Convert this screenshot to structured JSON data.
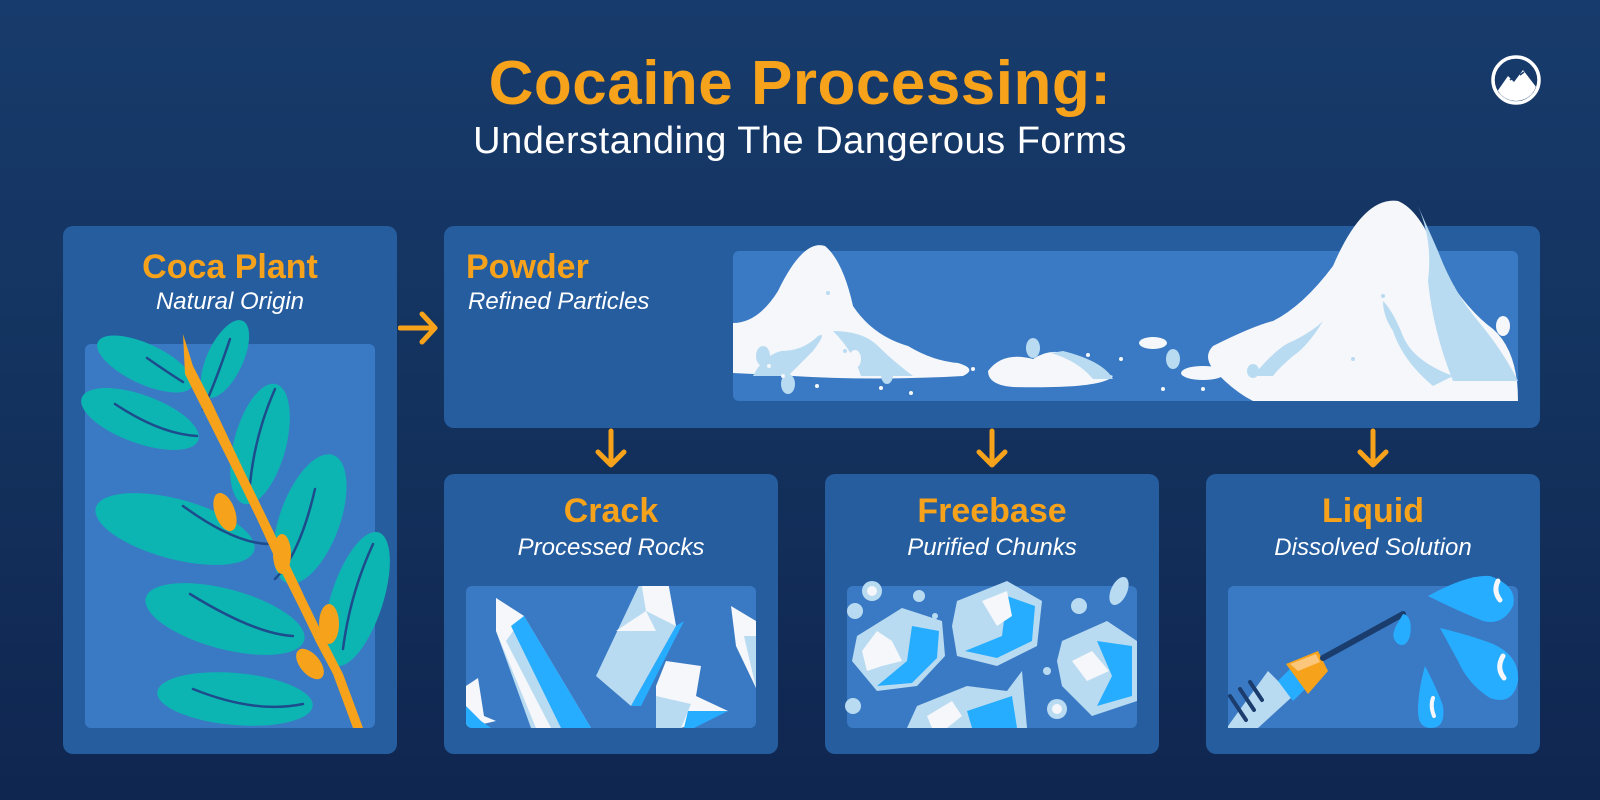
{
  "header": {
    "title": "Cocaine Processing:",
    "subtitle": "Understanding The Dangerous Forms",
    "logo_icon": "mountain-logo-icon"
  },
  "colors": {
    "background": "#14335f",
    "card": "#255d9f",
    "inner_panel": "#3a7ac4",
    "accent": "#f7a21b",
    "leaf": "#0db5b2",
    "crystal_light": "#b9dbf2",
    "crystal_bright": "#27adff",
    "white": "#f5f7fa"
  },
  "stages": {
    "coca": {
      "title": "Coca Plant",
      "subtitle": "Natural Origin",
      "icon": "coca-leaf-branch-icon"
    },
    "powder": {
      "title": "Powder",
      "subtitle": "Refined Particles",
      "icon": "powder-piles-icon"
    },
    "crack": {
      "title": "Crack",
      "subtitle": "Processed Rocks",
      "icon": "crystal-rocks-icon"
    },
    "freebase": {
      "title": "Freebase",
      "subtitle": "Purified Chunks",
      "icon": "purified-chunks-icon"
    },
    "liquid": {
      "title": "Liquid",
      "subtitle": "Dissolved Solution",
      "icon": "syringe-droplets-icon"
    }
  },
  "flow": [
    {
      "from": "Coca Plant",
      "to": "Powder",
      "direction": "right"
    },
    {
      "from": "Powder",
      "to": "Crack",
      "direction": "down"
    },
    {
      "from": "Powder",
      "to": "Freebase",
      "direction": "down"
    },
    {
      "from": "Powder",
      "to": "Liquid",
      "direction": "down"
    }
  ]
}
